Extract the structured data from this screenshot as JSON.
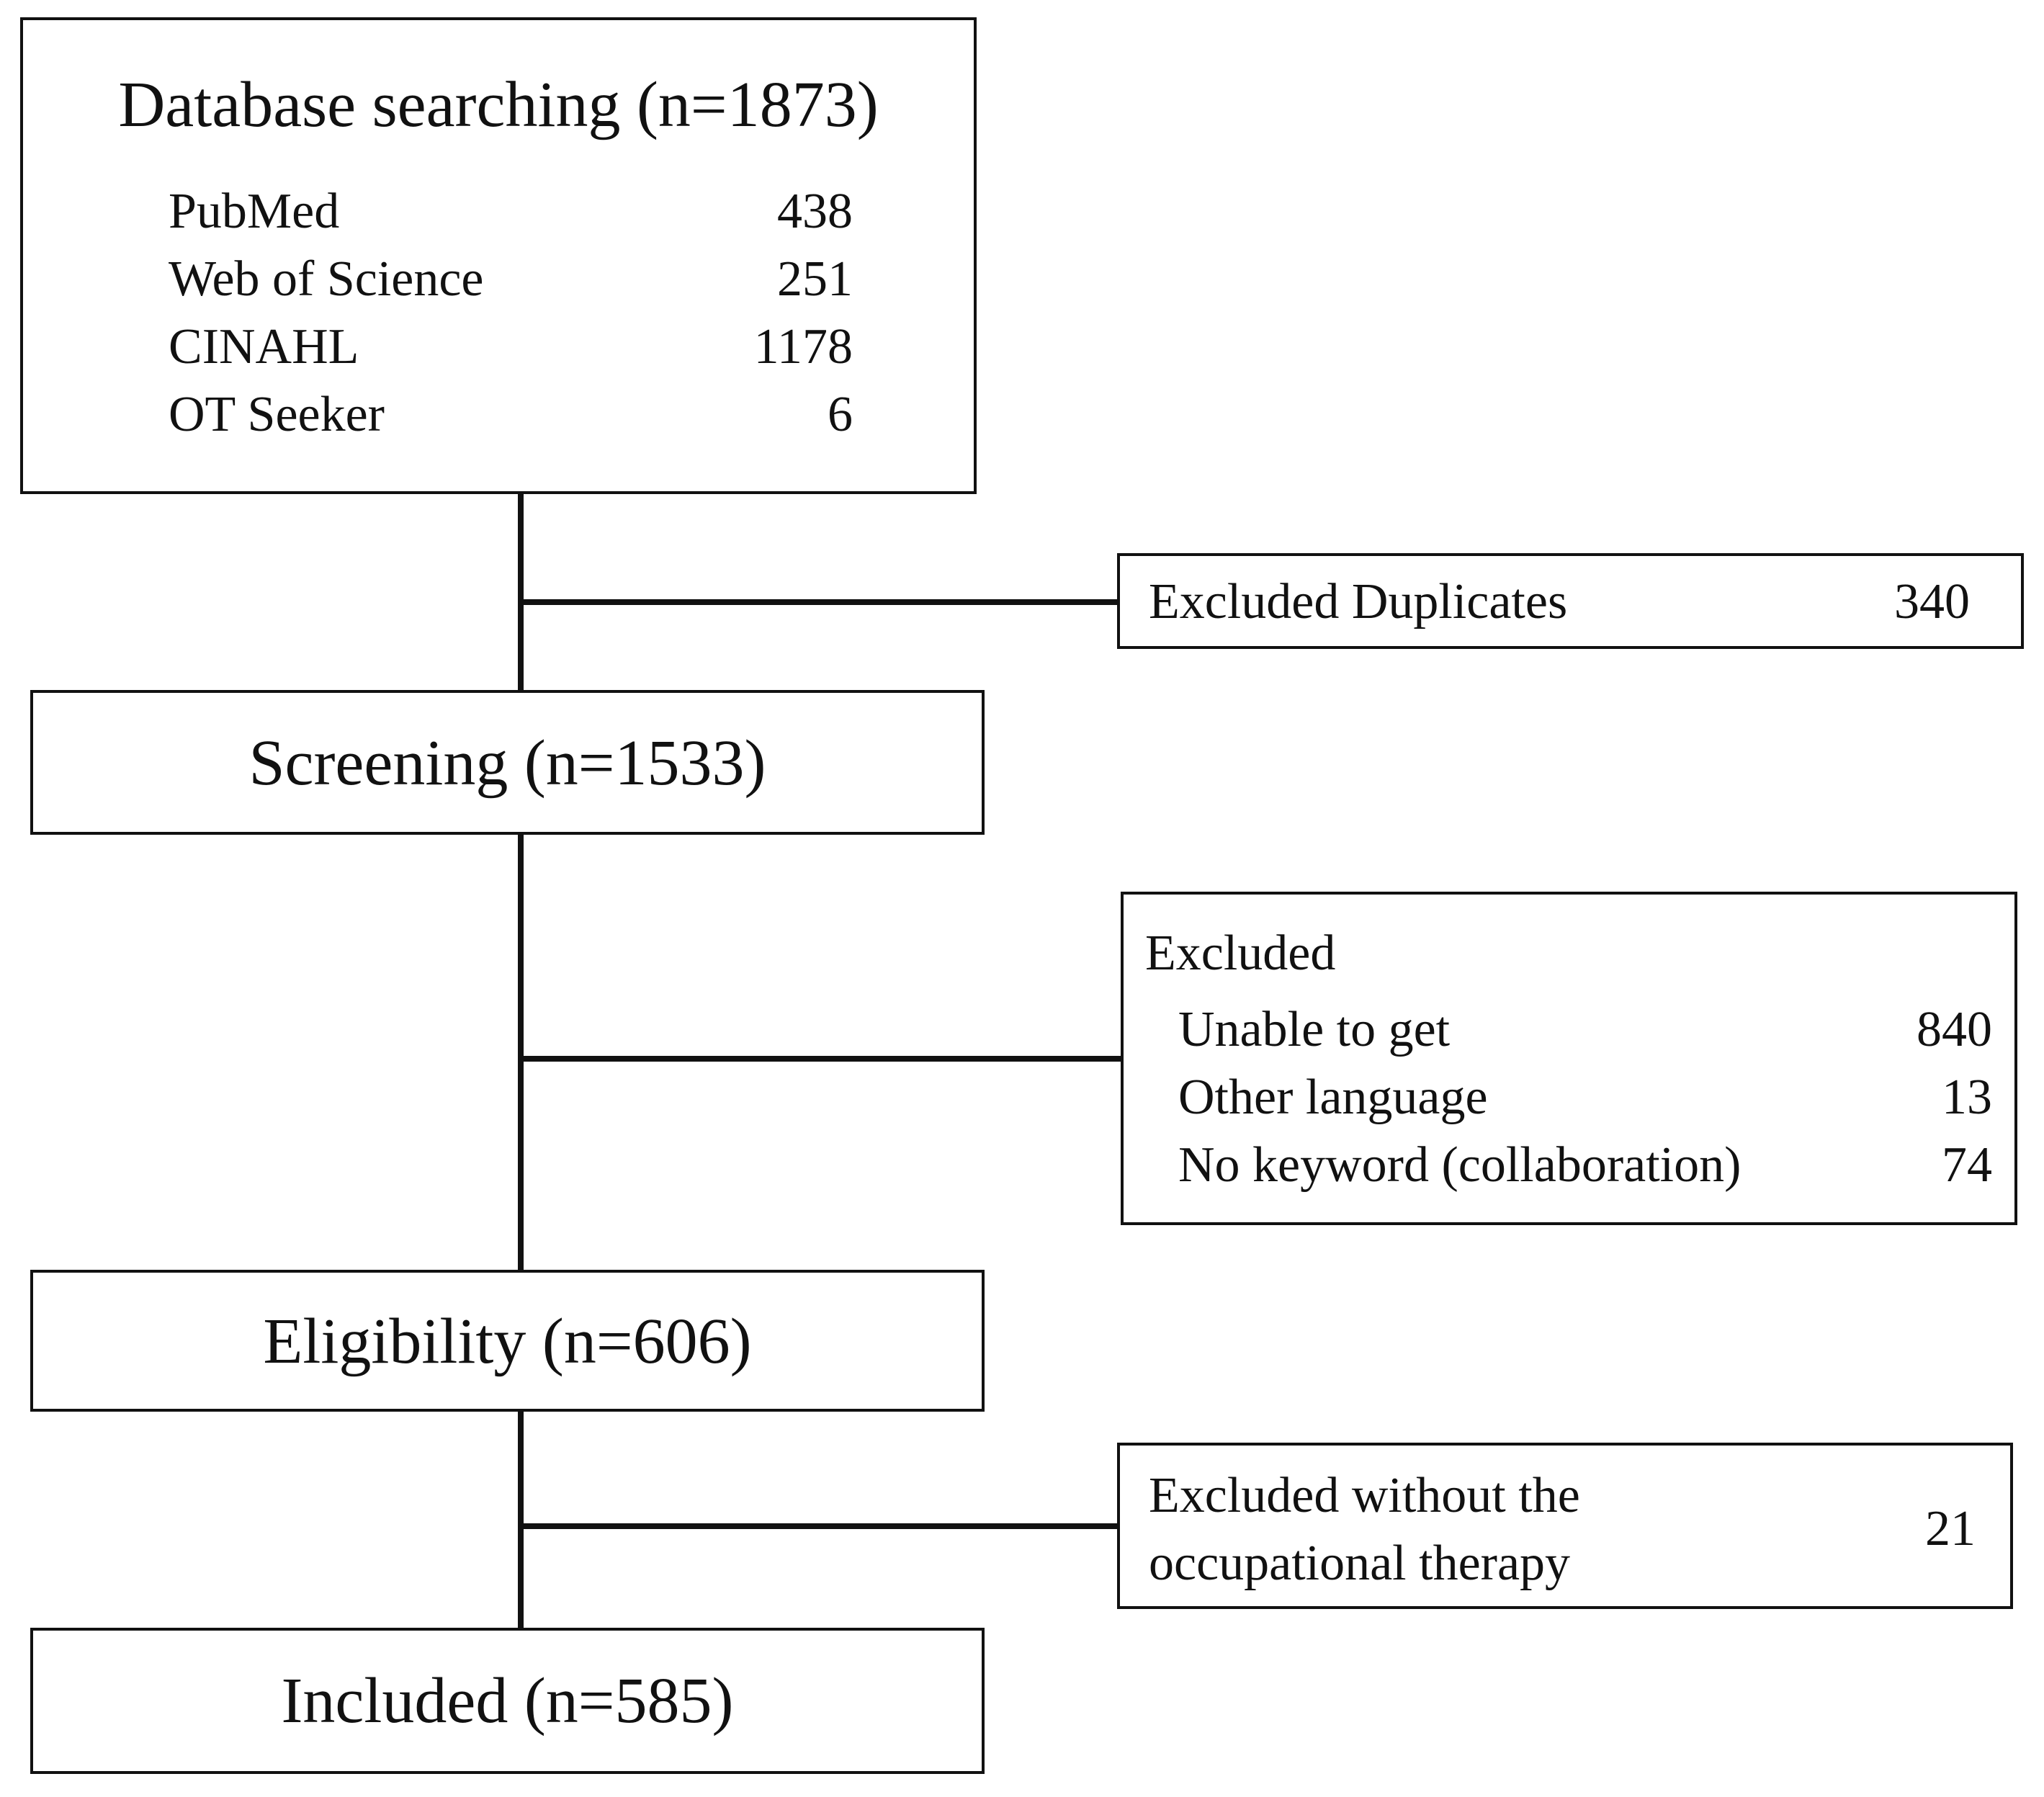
{
  "database": {
    "title": "Database searching (n=1873)",
    "sources": [
      {
        "name": "PubMed",
        "count": "438"
      },
      {
        "name": "Web of Science",
        "count": "251"
      },
      {
        "name": "CINAHL",
        "count": "1178"
      },
      {
        "name": "OT Seeker",
        "count": "6"
      }
    ]
  },
  "duplicates": {
    "label": "Excluded Duplicates",
    "count": "340"
  },
  "screening": {
    "title": "Screening (n=1533)"
  },
  "excluded": {
    "title": "Excluded",
    "items": [
      {
        "label": "Unable to get",
        "count": "840"
      },
      {
        "label": "Other language",
        "count": "13"
      },
      {
        "label": "No keyword (collaboration)",
        "count": "74"
      }
    ]
  },
  "eligibility": {
    "title": "Eligibility (n=606)"
  },
  "excluded_ot": {
    "line1": "Excluded without the",
    "line2": "occupational therapy",
    "count": "21"
  },
  "included": {
    "title": "Included (n=585)"
  }
}
